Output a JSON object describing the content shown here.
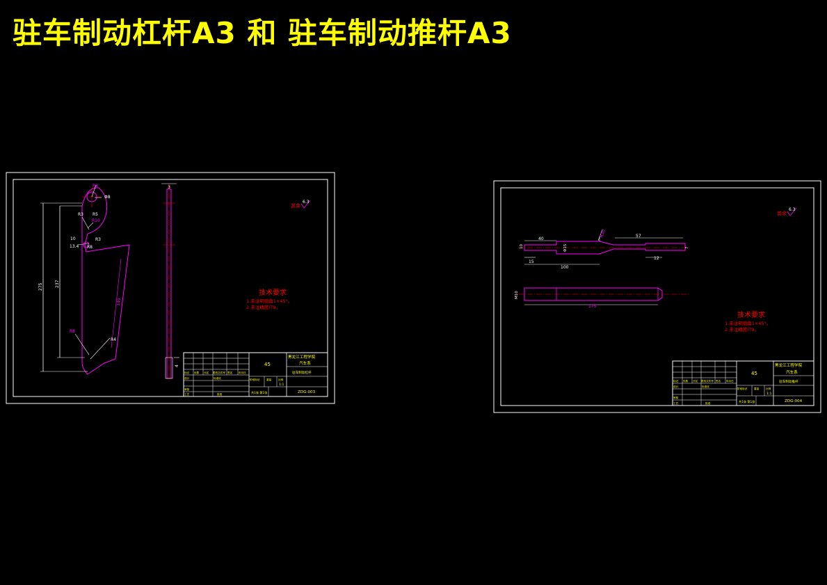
{
  "title": "驻车制动杠杆A3  和  驻车制动推杆A3",
  "colors": {
    "background": "#000000",
    "title": "#ffff00",
    "frame": "#ffffff",
    "part_outline": "#ff00ff",
    "dimension": "#ffffff",
    "centerline": "#ff0000",
    "technical_text": "#ff0000",
    "titleblock_text": "#ffff00"
  },
  "sheets": [
    {
      "name": "lever",
      "roughness": "其余",
      "roughness_value": "6.3",
      "tech": {
        "heading": "技术要求",
        "line1": "1.未注明倒角1×45°。",
        "line2": "2.未注精度IT9。"
      },
      "dims": {
        "d1": "R8",
        "d2": "Φ8",
        "d3": "R5",
        "d4": "R10",
        "d5": "R3",
        "d6": "13.4",
        "d7": "R3",
        "d8": "10",
        "d9": "R8",
        "d10": "275",
        "d11": "237",
        "d12": "R8",
        "d13": "R4",
        "d14": "149",
        "d15": "3",
        "d16": "4"
      },
      "titleblock": {
        "material": "45",
        "school": "黑龙江工程学院",
        "dept": "汽车系",
        "part": "驻车制动杠杆",
        "scale_label": "阶段标记",
        "weight_label": "重量",
        "ratio_label": "比例",
        "ratio": "1:1",
        "sheets_label": "共1张  第1张",
        "drawing_no": "ZDG-003",
        "r1": "标记",
        "r2": "处数",
        "r3": "分区",
        "r4": "更改文件号",
        "r5": "签名",
        "r6": "年月日",
        "r7": "设计",
        "r8": "标准化",
        "r9": "审核",
        "r10": "工艺",
        "r11": "批准"
      }
    },
    {
      "name": "pushrod",
      "roughness": "其余",
      "roughness_value": "6.3",
      "tech": {
        "heading": "技术要求",
        "line1": "1.未注明倒角1×45°。",
        "line2": "2.未注精度IT9。"
      },
      "dims": {
        "d1": "40",
        "d2": "10",
        "d3": "15",
        "d4": "100",
        "d5": "R30",
        "d6": "57",
        "d7": "12",
        "d8": "Φ15",
        "d9": "7",
        "d10": "M10",
        "d11": "175"
      },
      "titleblock": {
        "material": "45",
        "school": "黑龙江工程学院",
        "dept": "汽车系",
        "part": "驻车制动推杆",
        "scale_label": "阶段标记",
        "weight_label": "重量",
        "ratio_label": "比例",
        "ratio": "1:1",
        "sheets_label": "共1张  第1张",
        "drawing_no": "ZDG-004",
        "r1": "标记",
        "r2": "处数",
        "r3": "分区",
        "r4": "更改文件号",
        "r5": "签名",
        "r6": "年月日",
        "r7": "设计",
        "r8": "标准化",
        "r9": "审核",
        "r10": "工艺",
        "r11": "批准"
      }
    }
  ]
}
